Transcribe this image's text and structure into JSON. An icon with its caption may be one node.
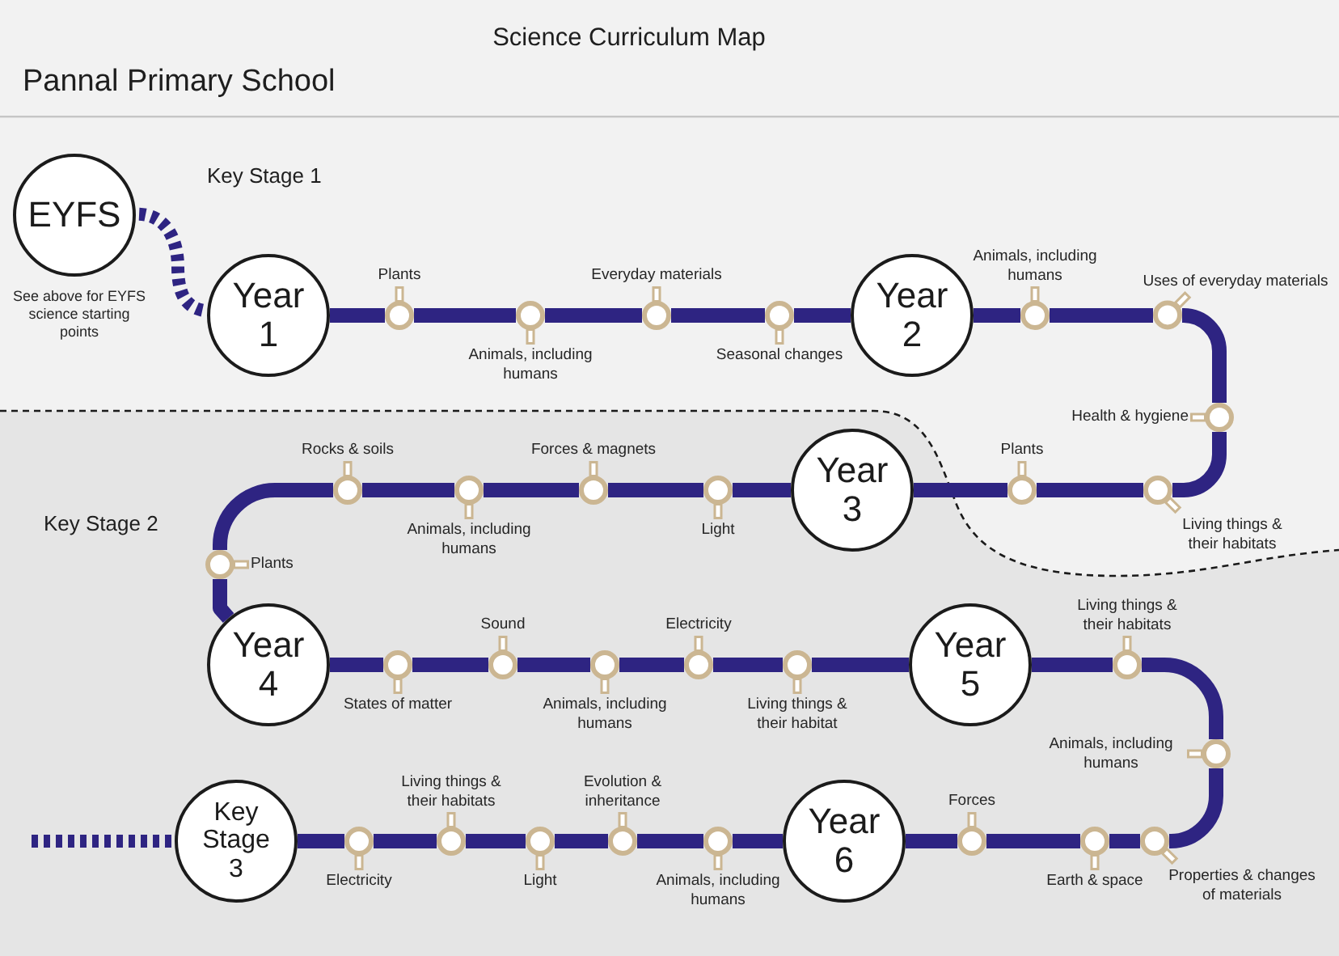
{
  "diagram": {
    "title": "Science Curriculum Map",
    "nodes": [
      {
        "text": [
          "EYFS"
        ],
        "beside": [
          "See above for EYFS science starting points"
        ]
      },
      {
        "text": [
          "Year 1"
        ]
      },
      {
        "text": [],
        "shape": "circle",
        "beside": [
          "Plants"
        ]
      },
      {
        "text": [],
        "shape": "circle",
        "beside": [
          "Animals, including humans"
        ]
      },
      {
        "text": [],
        "shape": "circle",
        "beside": [
          "Everyday materials"
        ]
      },
      {
        "text": [],
        "shape": "circle",
        "beside": [
          "Seasonal changes"
        ]
      },
      {
        "text": [
          "Year 2"
        ]
      },
      {
        "text": [],
        "shape": "circle",
        "beside": [
          "Animals, including humans"
        ]
      },
      {
        "text": [],
        "shape": "circle",
        "beside": [
          "Uses of everyday materials"
        ]
      },
      {
        "text": [],
        "shape": "circle",
        "beside": [
          "Health & hygiene"
        ]
      },
      {
        "text": [],
        "shape": "circle",
        "beside": [
          "Living things & their habitats"
        ]
      },
      {
        "text": [],
        "shape": "circle",
        "beside": [
          "Plants"
        ]
      },
      {
        "text": [
          "Year 3"
        ]
      },
      {
        "text": [],
        "shape": "circle",
        "beside": [
          "Light"
        ]
      },
      {
        "text": [],
        "shape": "circle",
        "beside": [
          "Forces & magnets"
        ]
      },
      {
        "text": [],
        "shape": "circle",
        "beside": [
          "Animals, including humans"
        ]
      },
      {
        "text": [],
        "shape": "circle",
        "beside": [
          "Rocks & soils"
        ]
      },
      {
        "text": [],
        "shape": "circle",
        "beside": [
          "Plants"
        ]
      },
      {
        "text": [
          "Year 4"
        ]
      },
      {
        "text": [],
        "shape": "circle",
        "beside": [
          "States of matter"
        ]
      },
      {
        "text": [],
        "shape": "circle",
        "beside": [
          "Sound"
        ]
      },
      {
        "text": [],
        "shape": "circle",
        "beside": [
          "Animals, including humans"
        ]
      },
      {
        "text": [],
        "shape": "circle",
        "beside": [
          "Electricity"
        ]
      },
      {
        "text": [],
        "shape": "circle",
        "beside": [
          "Living things & their habitat"
        ]
      },
      {
        "text": [
          "Year 5"
        ]
      },
      {
        "text": [],
        "shape": "circle",
        "beside": [
          "Living things & their habitats"
        ]
      },
      {
        "text": [],
        "shape": "circle",
        "beside": [
          "Animals, including humans"
        ]
      },
      {
        "text": [],
        "shape": "circle",
        "beside": [
          "Properties & changes of materials"
        ]
      },
      {
        "text": [],
        "shape": "circle",
        "beside": [
          "Earth & space"
        ]
      },
      {
        "text": [],
        "shape": "circle",
        "beside": [
          "Forces"
        ]
      },
      {
        "text": [
          "Year 6"
        ]
      },
      {
        "text": [],
        "shape": "circle",
        "beside": [
          "Animals, including humans"
        ]
      },
      {
        "text": [],
        "shape": "circle",
        "beside": [
          "Evolution & inheritance"
        ]
      },
      {
        "text": [],
        "shape": "circle",
        "beside": [
          "Light"
        ]
      },
      {
        "text": [],
        "shape": "circle",
        "beside": [
          "Living things & their habitats"
        ]
      },
      {
        "text": [],
        "shape": "circle",
        "beside": [
          "Electricity"
        ]
      },
      {
        "text": [
          "Key Stage 3"
        ]
      }
    ],
    "edges": [
      {
        "from": 0,
        "to": 1,
        "arrow": "none",
        "style": "dashed"
      },
      {
        "from": 1,
        "to": 2,
        "arrow": "none"
      },
      {
        "from": 2,
        "to": 3,
        "arrow": "none"
      },
      {
        "from": 3,
        "to": 4,
        "arrow": "none"
      },
      {
        "from": 4,
        "to": 5,
        "arrow": "none"
      },
      {
        "from": 5,
        "to": 6,
        "arrow": "none"
      },
      {
        "from": 6,
        "to": 7,
        "arrow": "none"
      },
      {
        "from": 7,
        "to": 8,
        "arrow": "none"
      },
      {
        "from": 8,
        "to": 9,
        "arrow": "none"
      },
      {
        "from": 9,
        "to": 10,
        "arrow": "none"
      },
      {
        "from": 10,
        "to": 11,
        "arrow": "none"
      },
      {
        "from": 11,
        "to": 12,
        "arrow": "none"
      },
      {
        "from": 12,
        "to": 13,
        "arrow": "none"
      },
      {
        "from": 13,
        "to": 14,
        "arrow": "none"
      },
      {
        "from": 14,
        "to": 15,
        "arrow": "none"
      },
      {
        "from": 15,
        "to": 16,
        "arrow": "none"
      },
      {
        "from": 16,
        "to": 17,
        "arrow": "none"
      },
      {
        "from": 17,
        "to": 18,
        "arrow": "none"
      },
      {
        "from": 18,
        "to": 19,
        "arrow": "none"
      },
      {
        "from": 19,
        "to": 20,
        "arrow": "none"
      },
      {
        "from": 20,
        "to": 21,
        "arrow": "none"
      },
      {
        "from": 21,
        "to": 22,
        "arrow": "none"
      },
      {
        "from": 22,
        "to": 23,
        "arrow": "none"
      },
      {
        "from": 23,
        "to": 24,
        "arrow": "none"
      },
      {
        "from": 24,
        "to": 25,
        "arrow": "none"
      },
      {
        "from": 25,
        "to": 26,
        "arrow": "none"
      },
      {
        "from": 26,
        "to": 27,
        "arrow": "none"
      },
      {
        "from": 27,
        "to": 28,
        "arrow": "none"
      },
      {
        "from": 28,
        "to": 29,
        "arrow": "none"
      },
      {
        "from": 29,
        "to": 30,
        "arrow": "none"
      },
      {
        "from": 30,
        "to": 31,
        "arrow": "none"
      },
      {
        "from": 31,
        "to": 32,
        "arrow": "none"
      },
      {
        "from": 32,
        "to": 33,
        "arrow": "none"
      },
      {
        "from": 33,
        "to": 34,
        "arrow": "none"
      },
      {
        "from": 34,
        "to": 35,
        "arrow": "none"
      },
      {
        "from": 35,
        "to": 36,
        "arrow": "none"
      },
      {
        "from": 36,
        "to": null,
        "arrow": "none",
        "style": "dashed"
      }
    ],
    "labels": [
      "Pannal Primary School",
      "Key Stage 1",
      "Key Stage 2"
    ]
  }
}
